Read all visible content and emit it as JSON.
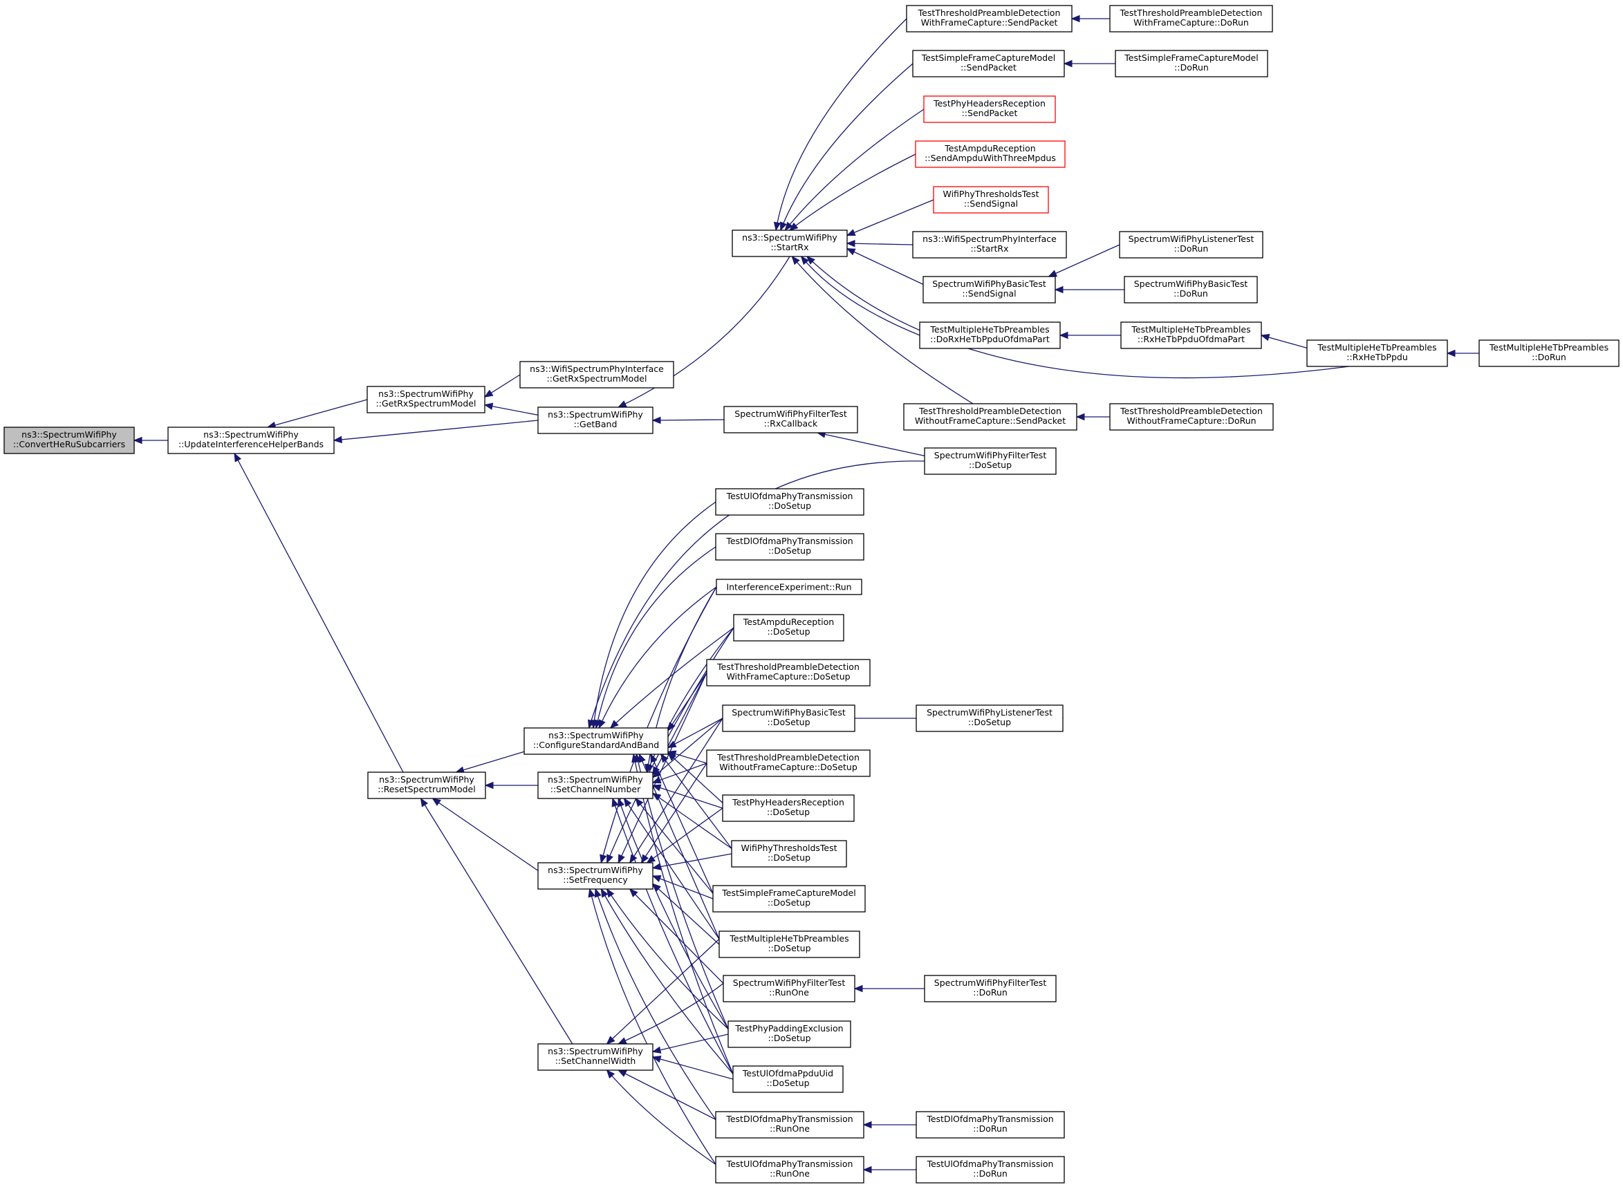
{
  "colors": {
    "edge": "#191970",
    "root_fill": "#bfbfbf",
    "highlight_border": "#ff0000"
  },
  "nodes": {
    "root": [
      "ns3::SpectrumWifiPhy",
      "::ConvertHeRuSubcarriers"
    ],
    "update_bands": [
      "ns3::SpectrumWifiPhy",
      "::UpdateInterferenceHelperBands"
    ],
    "get_rx_model": [
      "ns3::SpectrumWifiPhy",
      "::GetRxSpectrumModel"
    ],
    "iface_get_rx_model": [
      "ns3::WifiSpectrumPhyInterface",
      "::GetRxSpectrumModel"
    ],
    "get_band": [
      "ns3::SpectrumWifiPhy",
      "::GetBand"
    ],
    "start_rx": [
      "ns3::SpectrumWifiPhy",
      "::StartRx"
    ],
    "filter_rx_cb": [
      "SpectrumWifiPhyFilterTest",
      "::RxCallback"
    ],
    "filter_do_setup": [
      "SpectrumWifiPhyFilterTest",
      "::DoSetup"
    ],
    "tpd_wfc_send": [
      "TestThresholdPreambleDetection",
      "WithFrameCapture::SendPacket"
    ],
    "tpd_wfc_run": [
      "TestThresholdPreambleDetection",
      "WithFrameCapture::DoRun"
    ],
    "sfc_send": [
      "TestSimpleFrameCaptureModel",
      "::SendPacket"
    ],
    "sfc_run": [
      "TestSimpleFrameCaptureModel",
      "::DoRun"
    ],
    "phr_send": [
      "TestPhyHeadersReception",
      "::SendPacket"
    ],
    "ampdu_send": [
      "TestAmpduReception",
      "::SendAmpduWithThreeMpdus"
    ],
    "thr_send": [
      "WifiPhyThresholdsTest",
      "::SendSignal"
    ],
    "iface_start_rx": [
      "ns3::WifiSpectrumPhyInterface",
      "::StartRx"
    ],
    "basic_send": [
      "SpectrumWifiPhyBasicTest",
      "::SendSignal"
    ],
    "listener_run": [
      "SpectrumWifiPhyListenerTest",
      "::DoRun"
    ],
    "basic_run": [
      "SpectrumWifiPhyBasicTest",
      "::DoRun"
    ],
    "mhe_dorx": [
      "TestMultipleHeTbPreambles",
      "::DoRxHeTbPpduOfdmaPart"
    ],
    "mhe_rxofdma": [
      "TestMultipleHeTbPreambles",
      "::RxHeTbPpduOfdmaPart"
    ],
    "mhe_rx": [
      "TestMultipleHeTbPreambles",
      "::RxHeTbPpdu"
    ],
    "mhe_run": [
      "TestMultipleHeTbPreambles",
      "::DoRun"
    ],
    "tpd_wofc_send": [
      "TestThresholdPreambleDetection",
      "WithoutFrameCapture::SendPacket"
    ],
    "tpd_wofc_run": [
      "TestThresholdPreambleDetection",
      "WithoutFrameCapture::DoRun"
    ],
    "reset_model": [
      "ns3::SpectrumWifiPhy",
      "::ResetSpectrumModel"
    ],
    "cfg_std": [
      "ns3::SpectrumWifiPhy",
      "::ConfigureStandardAndBand"
    ],
    "set_chan_num": [
      "ns3::SpectrumWifiPhy",
      "::SetChannelNumber"
    ],
    "set_freq": [
      "ns3::SpectrumWifiPhy",
      "::SetFrequency"
    ],
    "set_chan_width": [
      "ns3::SpectrumWifiPhy",
      "::SetChannelWidth"
    ],
    "ul_ofdma_setup": [
      "TestUlOfdmaPhyTransmission",
      "::DoSetup"
    ],
    "dl_ofdma_setup": [
      "TestDlOfdmaPhyTransmission",
      "::DoSetup"
    ],
    "interf_run": [
      "InterferenceExperiment::Run"
    ],
    "ampdu_setup": [
      "TestAmpduReception",
      "::DoSetup"
    ],
    "tpd_wfc_setup": [
      "TestThresholdPreambleDetection",
      "WithFrameCapture::DoSetup"
    ],
    "basic_setup": [
      "SpectrumWifiPhyBasicTest",
      "::DoSetup"
    ],
    "listener_setup": [
      "SpectrumWifiPhyListenerTest",
      "::DoSetup"
    ],
    "tpd_wofc_setup": [
      "TestThresholdPreambleDetection",
      "WithoutFrameCapture::DoSetup"
    ],
    "phr_setup": [
      "TestPhyHeadersReception",
      "::DoSetup"
    ],
    "thr_setup": [
      "WifiPhyThresholdsTest",
      "::DoSetup"
    ],
    "sfc_setup": [
      "TestSimpleFrameCaptureModel",
      "::DoSetup"
    ],
    "mhe_setup": [
      "TestMultipleHeTbPreambles",
      "::DoSetup"
    ],
    "filter_runone": [
      "SpectrumWifiPhyFilterTest",
      "::RunOne"
    ],
    "filter_run": [
      "SpectrumWifiPhyFilterTest",
      "::DoRun"
    ],
    "pad_setup": [
      "TestPhyPaddingExclusion",
      "::DoSetup"
    ],
    "ppdu_uid_setup": [
      "TestUlOfdmaPpduUid",
      "::DoSetup"
    ],
    "dl_runone": [
      "TestDlOfdmaPhyTransmission",
      "::RunOne"
    ],
    "dl_run": [
      "TestDlOfdmaPhyTransmission",
      "::DoRun"
    ],
    "ul_runone": [
      "TestUlOfdmaPhyTransmission",
      "::RunOne"
    ],
    "ul_run": [
      "TestUlOfdmaPhyTransmission",
      "::DoRun"
    ]
  }
}
